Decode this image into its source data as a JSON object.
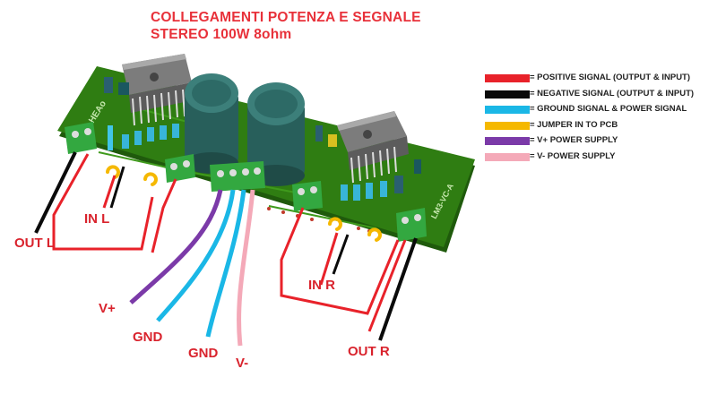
{
  "title": {
    "line1": "COLLEGAMENTI POTENZA E SEGNALE",
    "line2": "STEREO 100W 8ohm"
  },
  "board": {
    "silk_left": "HEAo",
    "silk_right": "LM3-VC-A"
  },
  "labels": {
    "out_l": "OUT L",
    "in_l": "IN L",
    "in_r": "IN R",
    "out_r": "OUT R",
    "v_plus": "V+",
    "gnd1": "GND",
    "gnd2": "GND",
    "v_minus": "V-"
  },
  "legend": [
    {
      "color": "#e8222a",
      "text": "= POSITIVE SIGNAL (OUTPUT & INPUT)"
    },
    {
      "color": "#0a0a0a",
      "text": "= NEGATIVE SIGNAL (OUTPUT & INPUT)"
    },
    {
      "color": "#1ab7e6",
      "text": "= GROUND SIGNAL & POWER SIGNAL"
    },
    {
      "color": "#f5b800",
      "text": "= JUMPER IN TO PCB"
    },
    {
      "color": "#7b3aa8",
      "text": "= V+  POWER SUPPLY"
    },
    {
      "color": "#f4a9b8",
      "text": "= V-  POWER SUPPLY"
    }
  ],
  "colors": {
    "title": "#e8313a",
    "label": "#d9232d",
    "pcb": "#2f7d12",
    "terminal": "#33a840",
    "heatsink": "#8a8a8a",
    "capacitor": "#2d6a66"
  }
}
